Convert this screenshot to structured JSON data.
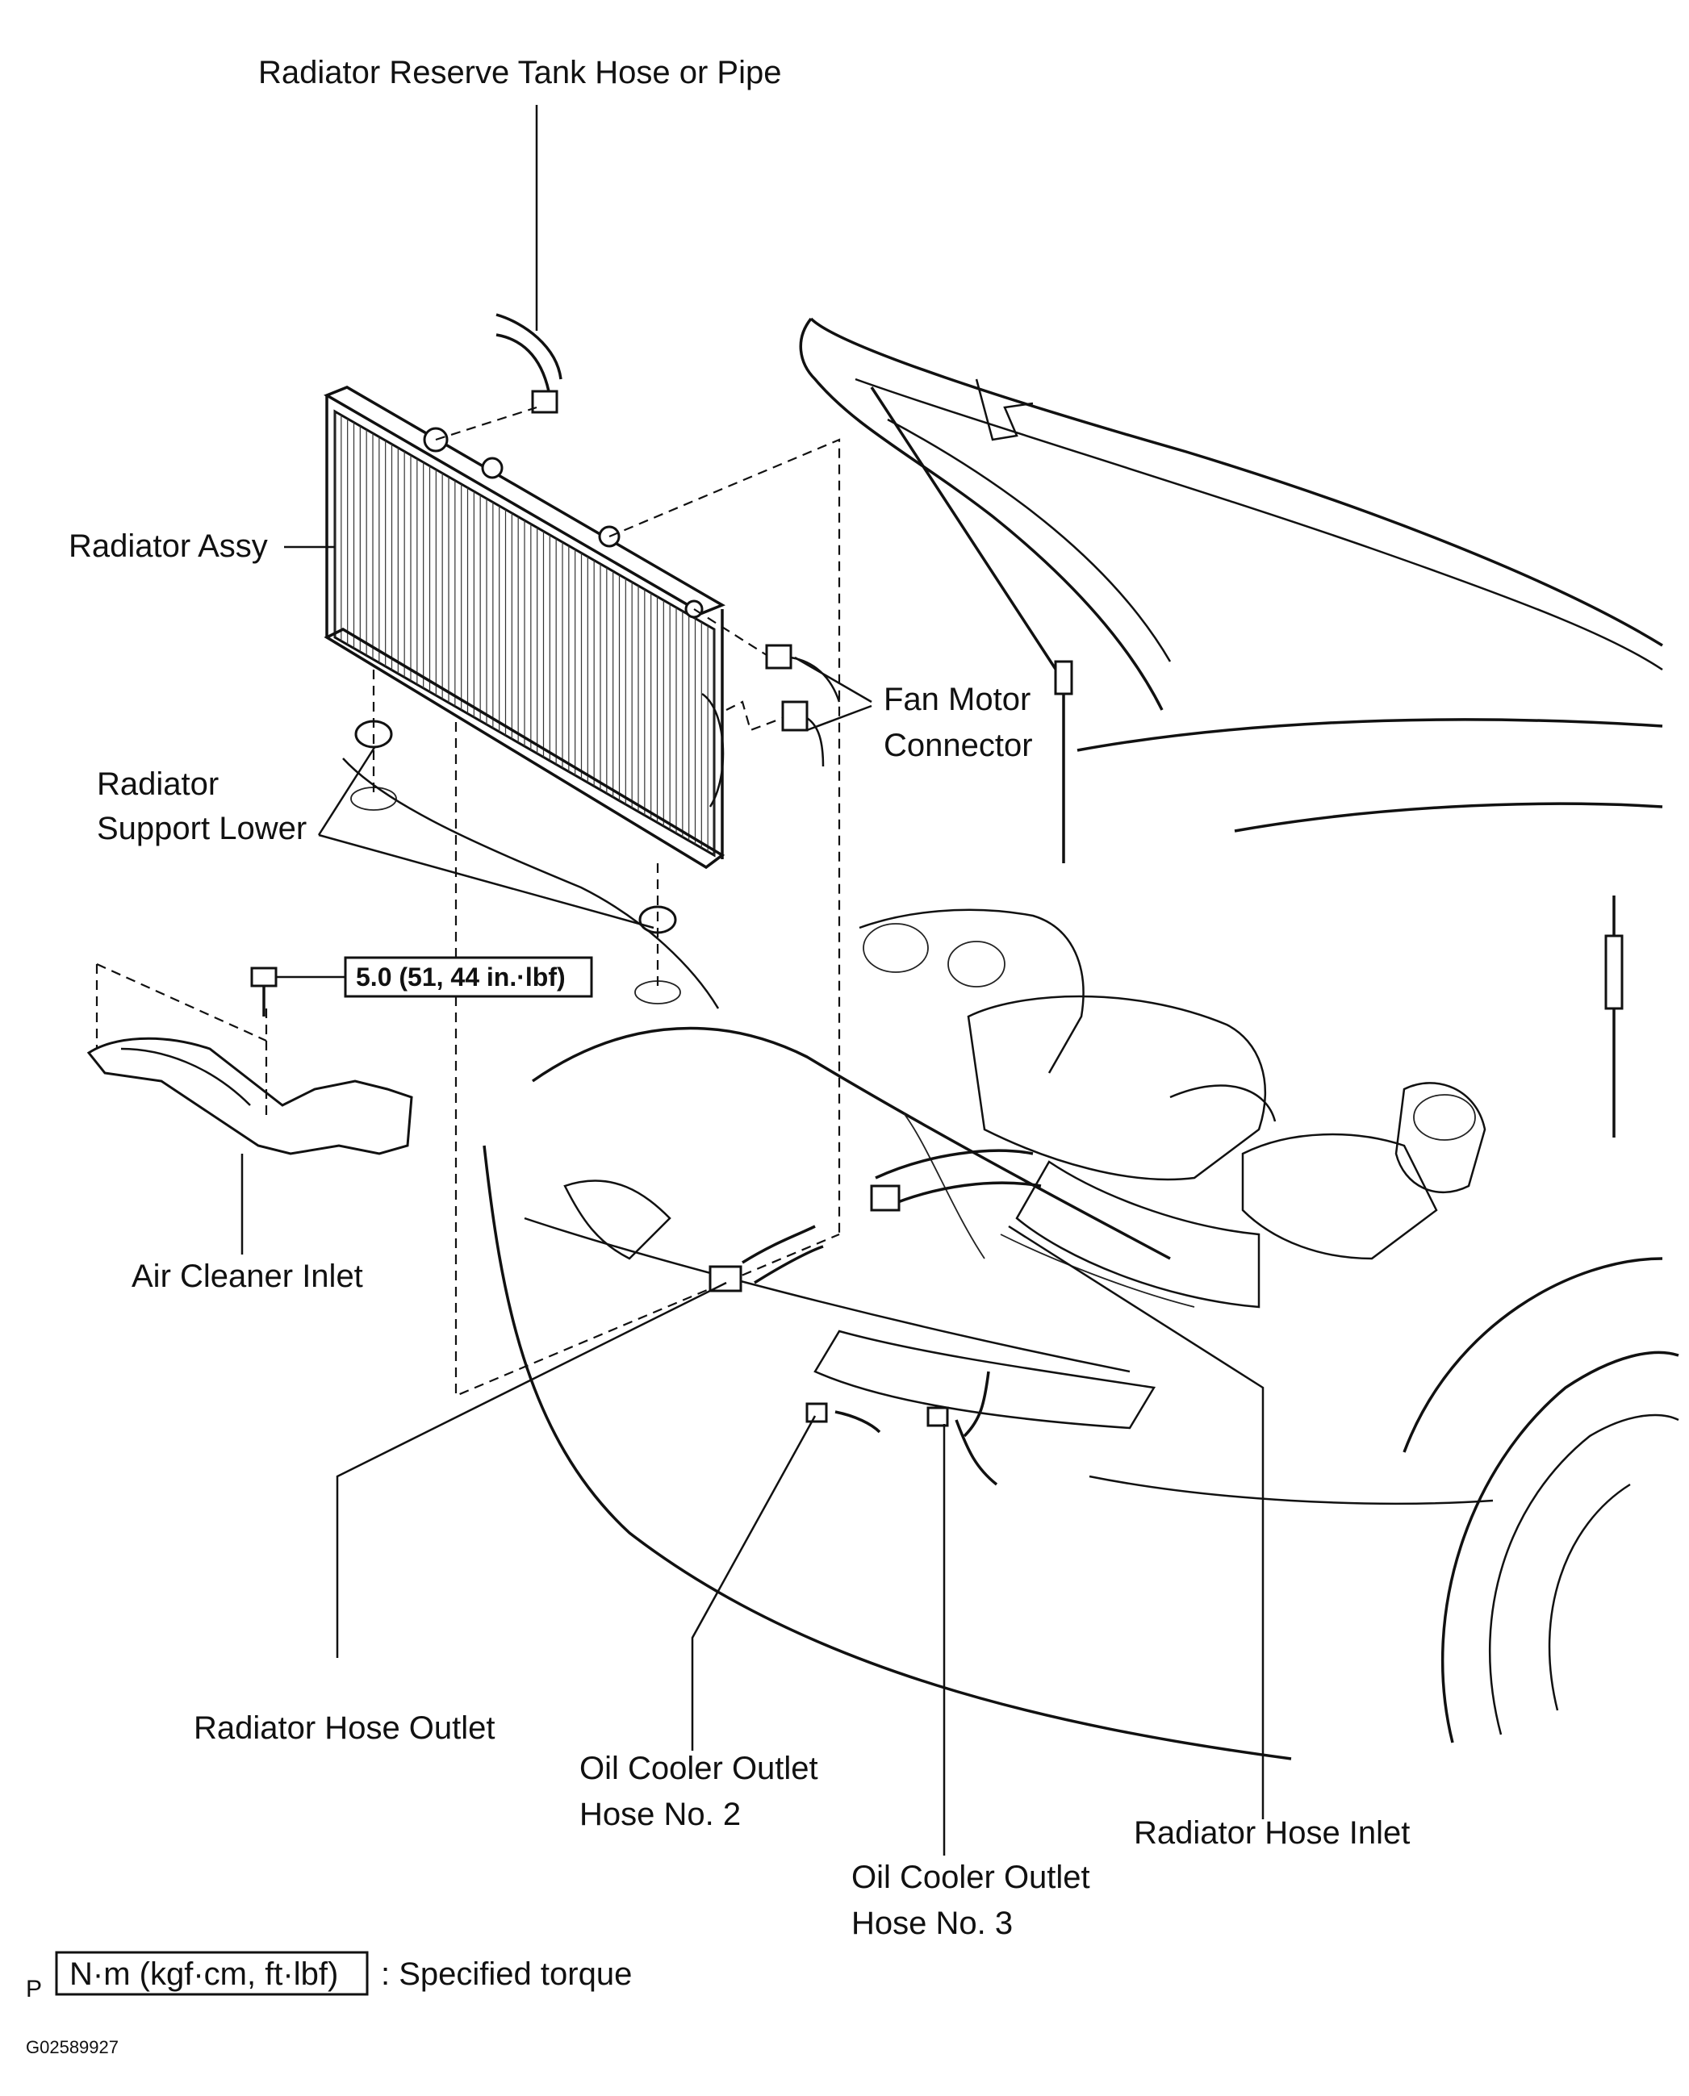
{
  "labels": {
    "reserve_tank_hose": "Radiator Reserve Tank Hose or Pipe",
    "radiator_assy": "Radiator Assy",
    "fan_motor_connector_1": "Fan Motor",
    "fan_motor_connector_2": "Connector",
    "radiator_support_lower_1": "Radiator",
    "radiator_support_lower_2": "Support Lower",
    "air_cleaner_inlet": "Air Cleaner Inlet",
    "radiator_hose_outlet": "Radiator Hose Outlet",
    "oil_cooler_no2_1": "Oil Cooler Outlet",
    "oil_cooler_no2_2": "Hose No. 2",
    "oil_cooler_no3_1": "Oil Cooler Outlet",
    "oil_cooler_no3_2": "Hose No. 3",
    "radiator_hose_inlet": "Radiator Hose Inlet"
  },
  "torque": {
    "bolt_value": "5.0 (51, 44 in.·lbf)"
  },
  "legend": {
    "prefix": "P",
    "unit_box": "N·m (kgf·cm, ft·lbf)",
    "description": ": Specified torque"
  },
  "figure_code": "G02589927"
}
